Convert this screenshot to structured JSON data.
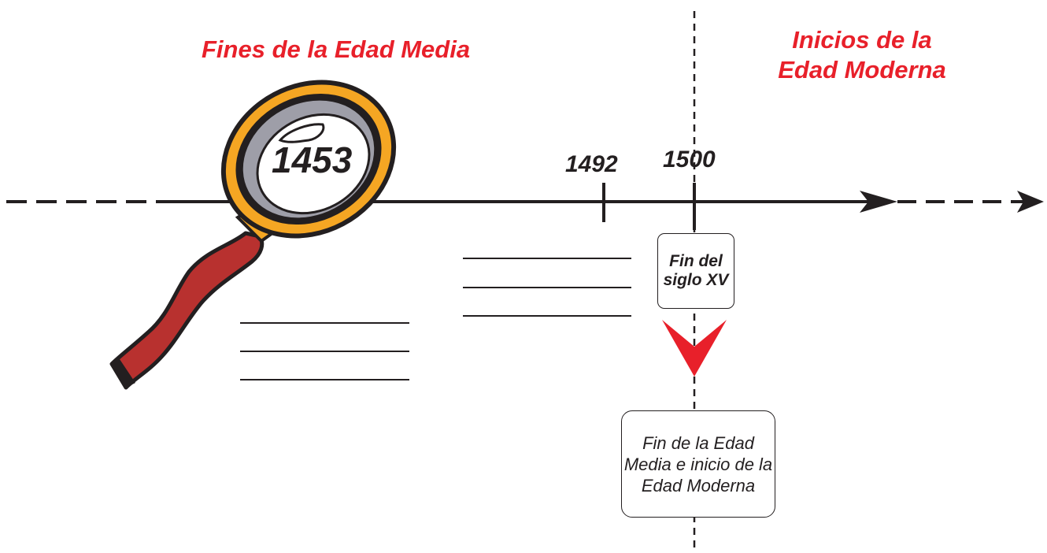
{
  "headings": {
    "left": "Fines de la Edad Media",
    "right_line1": "Inicios de la",
    "right_line2": "Edad Moderna"
  },
  "timeline": {
    "years": [
      {
        "label": "1453",
        "value": 1453
      },
      {
        "label": "1492",
        "value": 1492
      },
      {
        "label": "1500",
        "value": 1500
      }
    ]
  },
  "boxes": {
    "century": "Fin del siglo XV",
    "transition": "Fin de la Edad Media e inicio de la Edad Moderna"
  },
  "colors": {
    "heading": "#e8202a",
    "arrow": "#e8202a",
    "line": "#231f20",
    "lens_ring": "#f5a623",
    "handle": "#b8312f",
    "lens_inner": "#9e9ea8"
  },
  "icons": {
    "magnifier": "magnifying-glass-icon",
    "down_arrow": "red-down-arrow-icon",
    "timeline_arrow": "timeline-arrowhead-icon"
  }
}
